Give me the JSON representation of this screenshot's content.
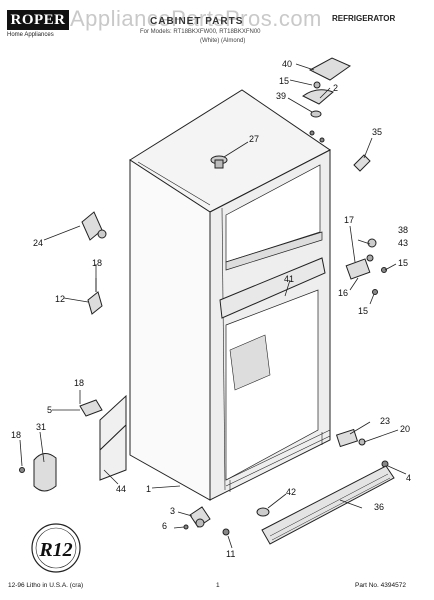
{
  "header": {
    "brand": "ROPER",
    "brand_sub": "Home Appliances",
    "watermark": "AppliancePartsPros.com",
    "title": "CABINET PARTS",
    "subtitle": "For Models: RT18BKXFW00, RT18BKXFN00",
    "subtitle2": "(White)    (Almond)",
    "category": "REFRIGERATOR"
  },
  "callouts": [
    {
      "id": "c40",
      "label": "40"
    },
    {
      "id": "c15a",
      "label": "15"
    },
    {
      "id": "c2",
      "label": "2"
    },
    {
      "id": "c39",
      "label": "39"
    },
    {
      "id": "c35",
      "label": "35"
    },
    {
      "id": "c27",
      "label": "27"
    },
    {
      "id": "c24",
      "label": "24"
    },
    {
      "id": "c17",
      "label": "17"
    },
    {
      "id": "c38",
      "label": "38"
    },
    {
      "id": "c43",
      "label": "43"
    },
    {
      "id": "c15b",
      "label": "15"
    },
    {
      "id": "c18a",
      "label": "18"
    },
    {
      "id": "c12",
      "label": "12"
    },
    {
      "id": "c41",
      "label": "41"
    },
    {
      "id": "c16",
      "label": "16"
    },
    {
      "id": "c15c",
      "label": "15"
    },
    {
      "id": "c18b",
      "label": "18"
    },
    {
      "id": "c5",
      "label": "5"
    },
    {
      "id": "c23",
      "label": "23"
    },
    {
      "id": "c20",
      "label": "20"
    },
    {
      "id": "c18c",
      "label": "18"
    },
    {
      "id": "c31",
      "label": "31"
    },
    {
      "id": "c4",
      "label": "4"
    },
    {
      "id": "c44",
      "label": "44"
    },
    {
      "id": "c1",
      "label": "1"
    },
    {
      "id": "c42",
      "label": "42"
    },
    {
      "id": "c36",
      "label": "36"
    },
    {
      "id": "c3",
      "label": "3"
    },
    {
      "id": "c6",
      "label": "6"
    },
    {
      "id": "c11",
      "label": "11"
    }
  ],
  "badge": {
    "text": "R12"
  },
  "footer": {
    "left": "12-96 Litho in U.S.A. (cra)",
    "page": "1",
    "part_no": "Part No. 4394572"
  }
}
